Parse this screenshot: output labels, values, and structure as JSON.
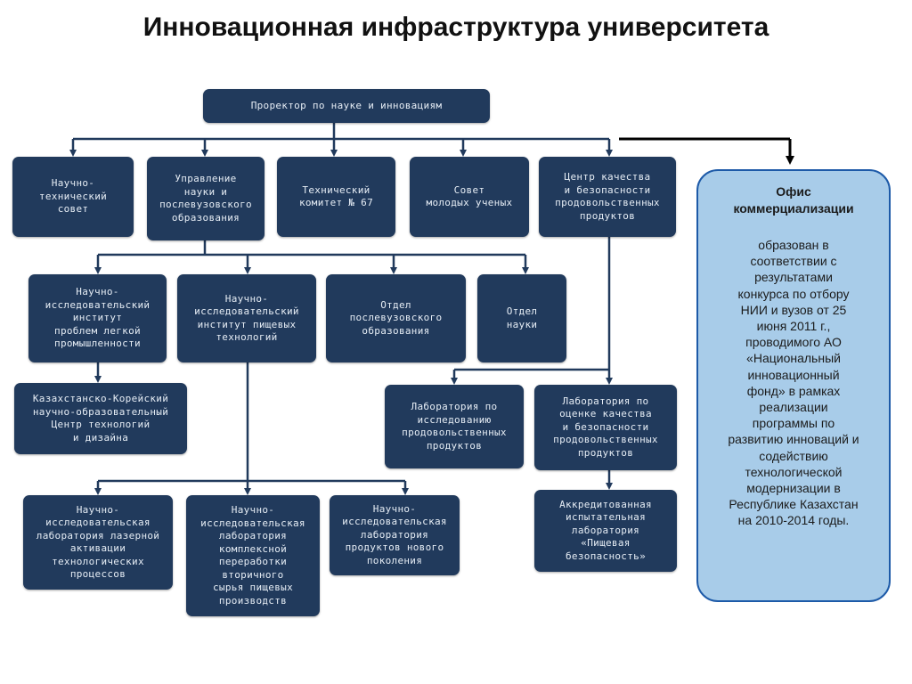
{
  "title": "Инновационная инфраструктура университета",
  "nodes": {
    "prorector": "Проректор по науке и инновациям",
    "ntsovet": "Научно-\nтехнический\nсовет",
    "upravlenie": "Управление\nнауки и\nпослевузовского\nобразования",
    "tehkomitet": "Технический\nкомитет № 67",
    "sovet_molodyh": "Совет\nмолодых ученых",
    "centr_kachestva": "Центр качества\nи безопасности\nпродовольственных\nпродуктов",
    "nii_legkoy": "Научно-\nисследовательский\nинститут\nпроблем легкой\nпромышленности",
    "nii_pishevyh": "Научно-\nисследовательский\nинститут пищевых\nтехнологий",
    "otdel_posle": "Отдел\nпослевузовского\nобразования",
    "otdel_nauki": "Отдел\nнауки",
    "kazkor": "Казахстанско-Корейский\nнаучно-образовательный\nЦентр технологий\nи дизайна",
    "lab_issled_prod": "Лаборатория по\nисследованию\nпродовольственных\nпродуктов",
    "lab_ocenki": "Лаборатория по\nоценке качества\nи безопасности\nпродовольственных\nпродуктов",
    "lab_lazer": "Научно-\nисследовательская\nлаборатория лазерной\nактивации\nтехнологических\nпроцессов",
    "lab_kompleks": "Научно-\nисследовательская\nлаборатория\nкомплексной\nпереработки\nвторичного\nсырья пищевых\nпроизводств",
    "lab_novogo": "Научно-\nисследовательская\nлаборатория\nпродуктов нового\nпоколения",
    "akkred": "Аккредитованная\nиспытательная\nлаборатория\n«Пищевая\nбезопасность»"
  },
  "office": {
    "title": "Офис\nкоммерциализации",
    "body": "образован в\nсоответствии с\nрезультатами\nконкурса по отбору\nНИИ и вузов от 25\nиюня 2011 г.,\nпроводимого АО\n«Национальный\nинновационный\nфонд» в рамках\nреализации\nпрограммы по\nразвитию инноваций и\nсодействию\nтехнологической\nмодернизации в\nРеспублике Казахстан\nна 2010-2014 годы."
  },
  "colors": {
    "node_fill": "#213a5c",
    "node_text": "#e6edf5",
    "connector": "#213a5c",
    "office_fill": "#a8cce9",
    "office_border": "#1d5aa8"
  }
}
